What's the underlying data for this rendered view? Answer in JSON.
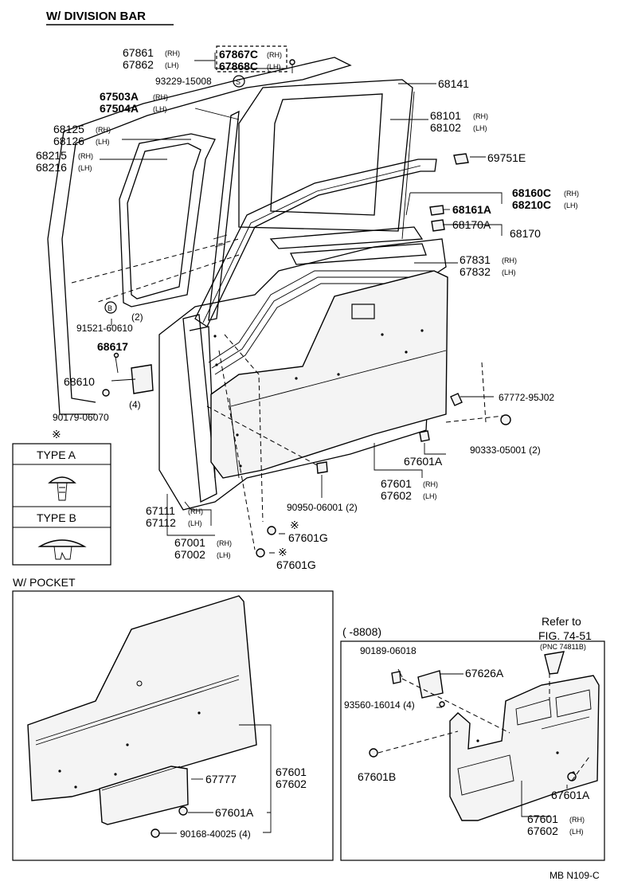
{
  "title": "W/ DIVISION BAR",
  "section_pocket": "W/ POCKET",
  "range_label": "( -8808)",
  "refer": {
    "line1": "Refer to",
    "line2": "FIG. 74-51",
    "line3": "(PNC 74811B)"
  },
  "footer": "MB N109-C",
  "legend": {
    "symbol": "※",
    "type_a": "TYPE A",
    "type_b": "TYPE B"
  },
  "parts": {
    "p67861": "67861",
    "p67862": "67862",
    "rh": "(RH)",
    "lh": "(LH)",
    "p67867c": "67867C",
    "p67868c": "67868C",
    "p93229": "93229-15008",
    "s_mark": "S",
    "p67503a": "67503A",
    "p67504a": "67504A",
    "p68141": "68141",
    "p68101": "68101",
    "p68102": "68102",
    "p68125": "68125",
    "p68126": "68126",
    "p68215": "68215",
    "p68216": "68216",
    "p69751e": "69751E",
    "p68160c": "68160C",
    "p68210c": "68210C",
    "p68161a": "68161A",
    "p68170a": "68170A",
    "p68170": "68170",
    "p67831": "67831",
    "p67832": "67832",
    "b_mark": "B",
    "qty2": "(2)",
    "p91521": "91521-60610",
    "p68617": "68617",
    "p68610": "68610",
    "qty4": "(4)",
    "p90179": "90179-06070",
    "p67772": "67772-95J02",
    "p90333": "90333-05001 (2)",
    "p67601a": "67601A",
    "p67601": "67601",
    "p67602": "67602",
    "p90950": "90950-06001 (2)",
    "p67111": "67111",
    "p67112": "67112",
    "p67001": "67001",
    "p67002": "67002",
    "p67601g": "67601G",
    "p67777": "67777",
    "p90168": "90168-40025 (4)",
    "p90189": "90189-06018",
    "p67626a": "67626A",
    "p93560": "93560-16014 (4)",
    "p67601b": "67601B"
  }
}
